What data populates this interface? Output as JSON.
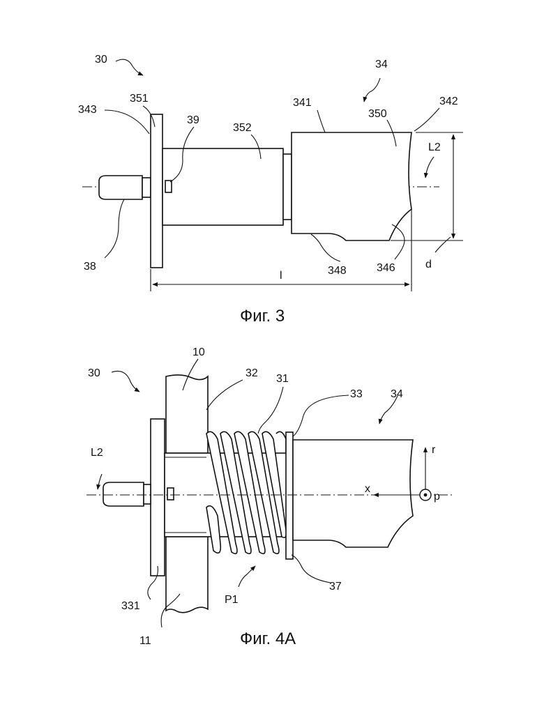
{
  "figures": [
    {
      "caption": "Фиг. 3",
      "labels": {
        "assembly": "30",
        "device": "34",
        "flange_face": "343",
        "flange": "351",
        "pin": "39",
        "sleeve": "352",
        "top_edge": "341",
        "housing": "350",
        "end_face": "342",
        "axis": "L2",
        "stub": "38",
        "bottom_edge": "348",
        "notch": "346",
        "diameter": "d",
        "length": "l"
      }
    },
    {
      "caption": "Фиг. 4A",
      "labels": {
        "assembly": "30",
        "upper_wall": "10",
        "sleeve": "32",
        "spring": "31",
        "stop_ring": "33",
        "device": "34",
        "axis": "L2",
        "axis_x": "x",
        "axis_r": "r",
        "axis_p": "p",
        "flange": "331",
        "lower_wall": "11",
        "position": "P1",
        "ring": "37"
      }
    }
  ]
}
